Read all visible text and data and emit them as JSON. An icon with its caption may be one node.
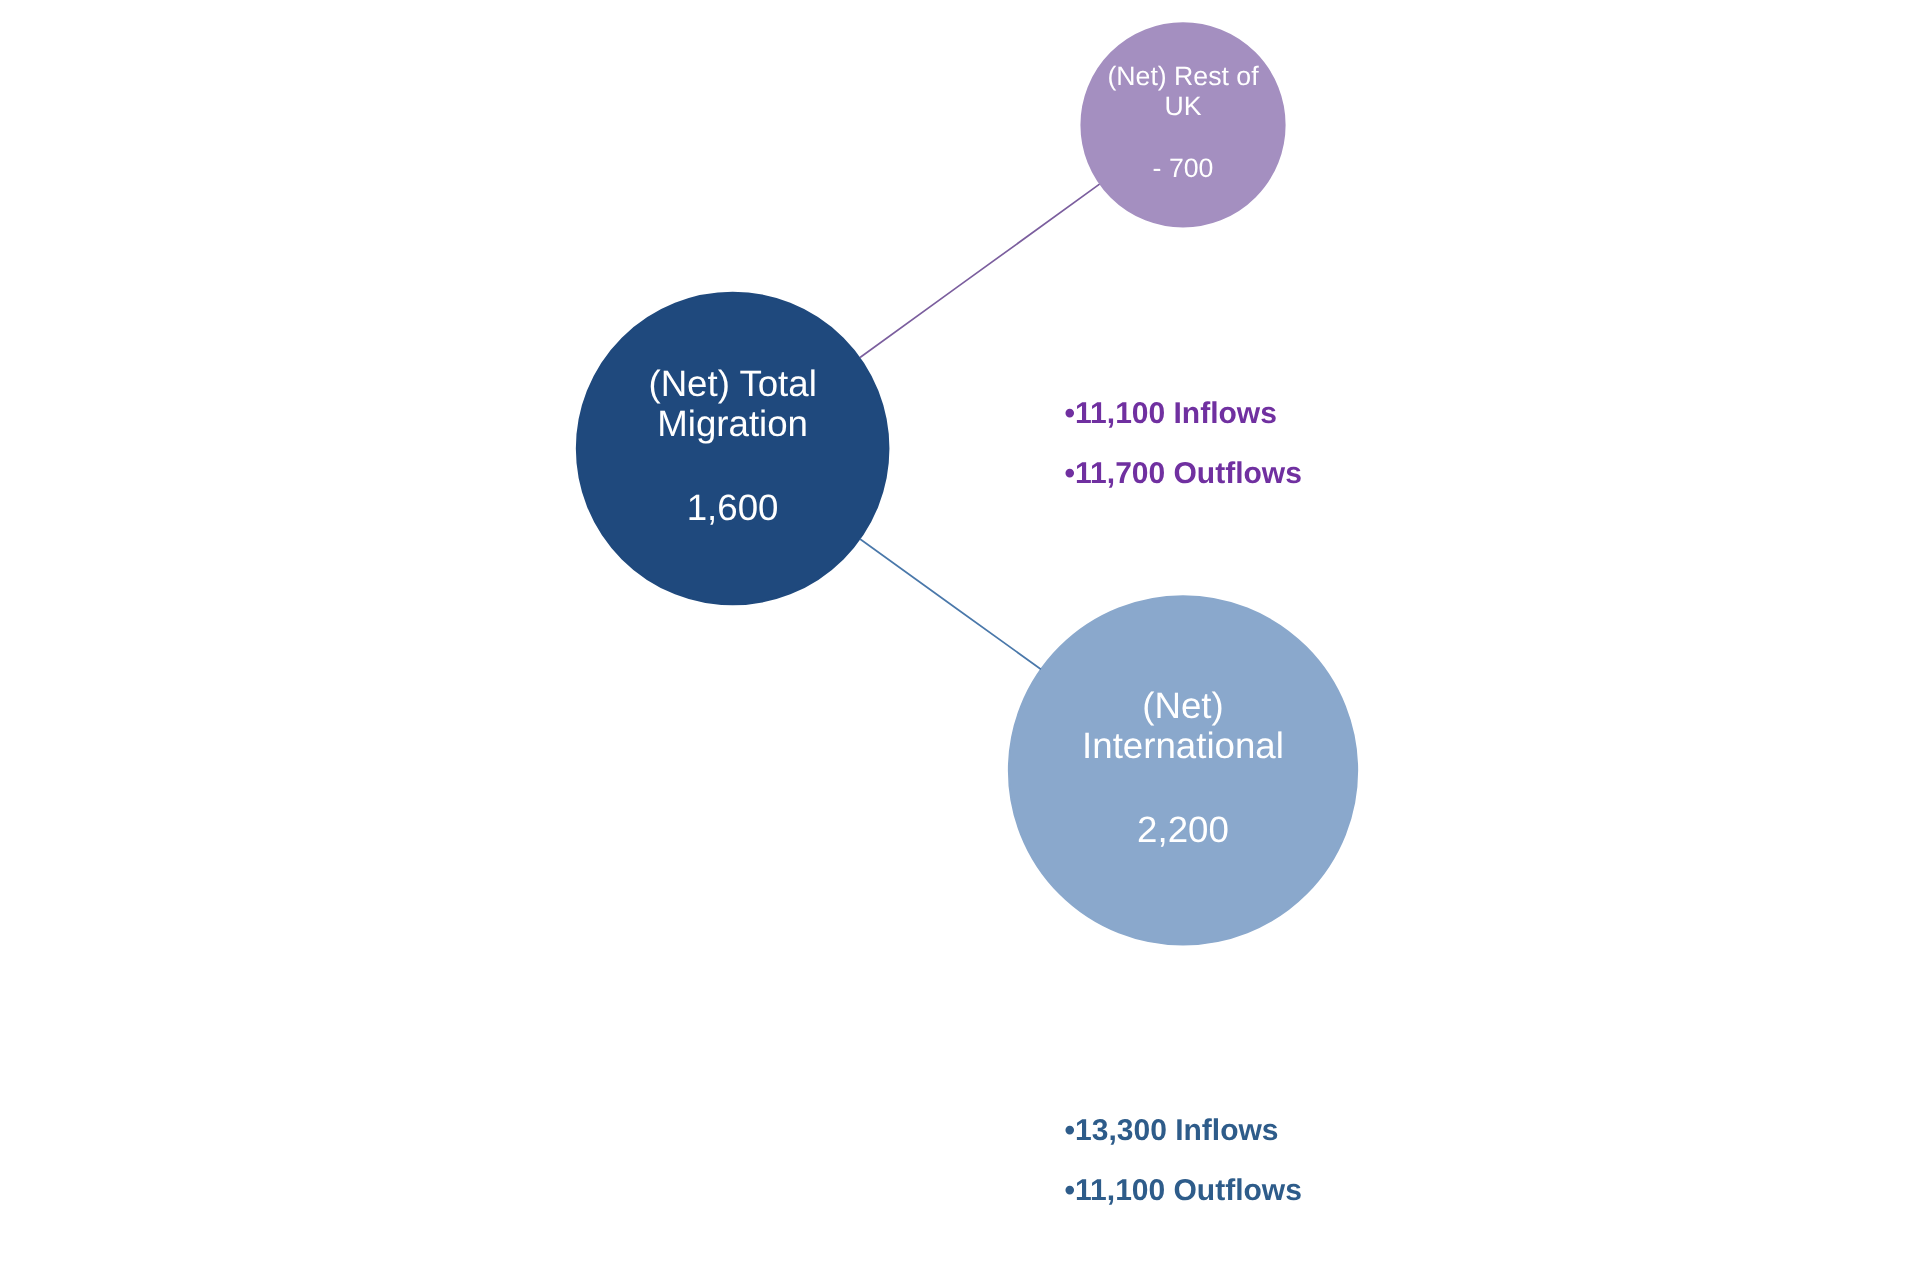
{
  "diagram": {
    "nodes": [
      {
        "text": [
          "(Net) Total Migration",
          "1,600"
        ]
      },
      {
        "text": [
          "(Net) Rest of UK",
          "- 700"
        ],
        "beside": [
          "•11,100 Inflows",
          "•11,700 Outflows"
        ]
      },
      {
        "text": [
          "(Net) International",
          "2,200"
        ],
        "beside": [
          "•13,300 Inflows",
          "•11,100 Outflows"
        ]
      }
    ],
    "edges": [
      {
        "from": 0,
        "to": 1,
        "arrow": "none",
        "color": "#7b5e9e"
      },
      {
        "from": 0,
        "to": 2,
        "arrow": "none",
        "color": "#4a78aa"
      }
    ]
  }
}
